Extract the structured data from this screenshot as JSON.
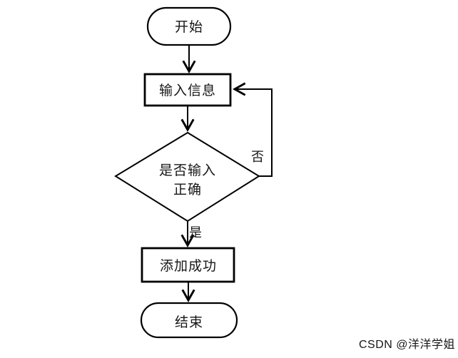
{
  "diagram": {
    "type": "flowchart",
    "nodes": {
      "start": {
        "shape": "terminator",
        "label": "开始"
      },
      "input_info": {
        "shape": "process",
        "label": "输入信息"
      },
      "decision": {
        "shape": "decision",
        "label_line1": "是否输入",
        "label_line2": "正确"
      },
      "add_success": {
        "shape": "process",
        "label": "添加成功"
      },
      "end": {
        "shape": "terminator",
        "label": "结束"
      }
    },
    "edge_labels": {
      "no": "否",
      "yes": "是"
    }
  },
  "watermark": {
    "text": "CSDN @洋洋学姐",
    "color": "#c6c6c6"
  },
  "colors": {
    "stroke": "#000000",
    "background": "#ffffff"
  }
}
